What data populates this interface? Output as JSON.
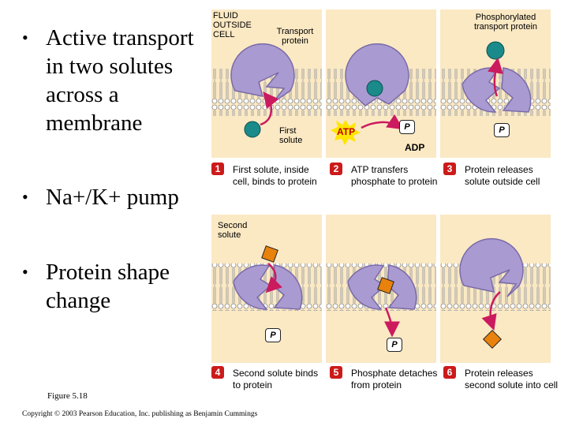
{
  "bullets": [
    {
      "text": "Active transport in two solutes across a membrane"
    },
    {
      "text": "Na+/K+ pump"
    },
    {
      "text": "Protein shape change"
    }
  ],
  "figure_label": "Figure 5.18",
  "copyright": "Copyright © 2003 Pearson Education, Inc. publishing as Benjamin Cummings",
  "labels": {
    "fluid_outside": "FLUID OUTSIDE CELL",
    "transport_protein": "Transport protein",
    "phosphorylated": "Phosphorylated transport protein",
    "first_solute": "First solute",
    "second_solute": "Second solute",
    "atp": "ATP",
    "adp": "ADP",
    "p": "P"
  },
  "steps": [
    {
      "num": "1",
      "caption": "First solute, inside cell, binds to protein"
    },
    {
      "num": "2",
      "caption": "ATP transfers phosphate to protein"
    },
    {
      "num": "3",
      "caption": "Protein releases solute outside cell"
    },
    {
      "num": "4",
      "caption": "Second solute binds to protein"
    },
    {
      "num": "5",
      "caption": "Phosphate detaches from protein"
    },
    {
      "num": "6",
      "caption": "Protein releases second solute into cell"
    }
  ],
  "colors": {
    "panel_bg": "#fbe9c4",
    "protein": "#a99bd1",
    "first_solute": "#1a8a8a",
    "second_solute": "#e8820c",
    "arrow": "#cc1a5e",
    "step_badge": "#cc1a1a",
    "atp_burst": "#ffe600"
  }
}
